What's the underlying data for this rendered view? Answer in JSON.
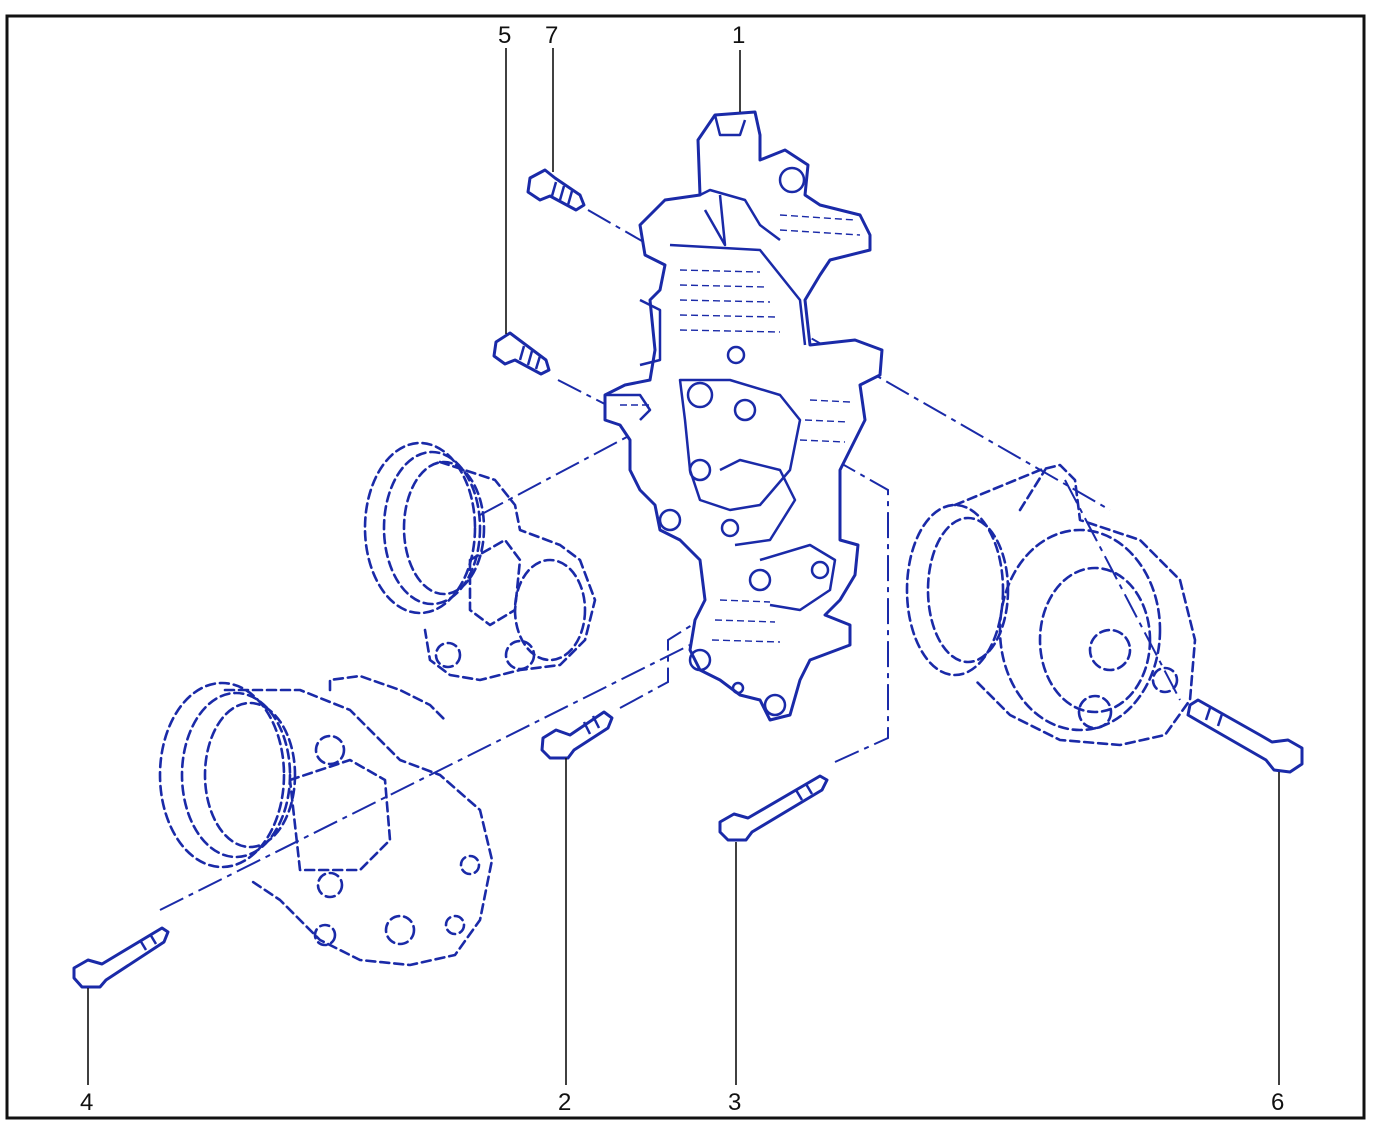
{
  "diagram": {
    "callouts": [
      {
        "id": "c1",
        "label": "1"
      },
      {
        "id": "c2",
        "label": "2"
      },
      {
        "id": "c3",
        "label": "3"
      },
      {
        "id": "c4",
        "label": "4"
      },
      {
        "id": "c5",
        "label": "5"
      },
      {
        "id": "c6",
        "label": "6"
      },
      {
        "id": "c7",
        "label": "7"
      }
    ],
    "parts": {
      "bracket": "bracket-icon",
      "compressor_upper": "compressor-icon",
      "compressor_lower": "compressor-icon",
      "alternator": "alternator-icon",
      "bolts": "bolt-icon"
    },
    "colors": {
      "ink": "#1a2aa8",
      "border": "#111111",
      "background": "#ffffff"
    }
  }
}
